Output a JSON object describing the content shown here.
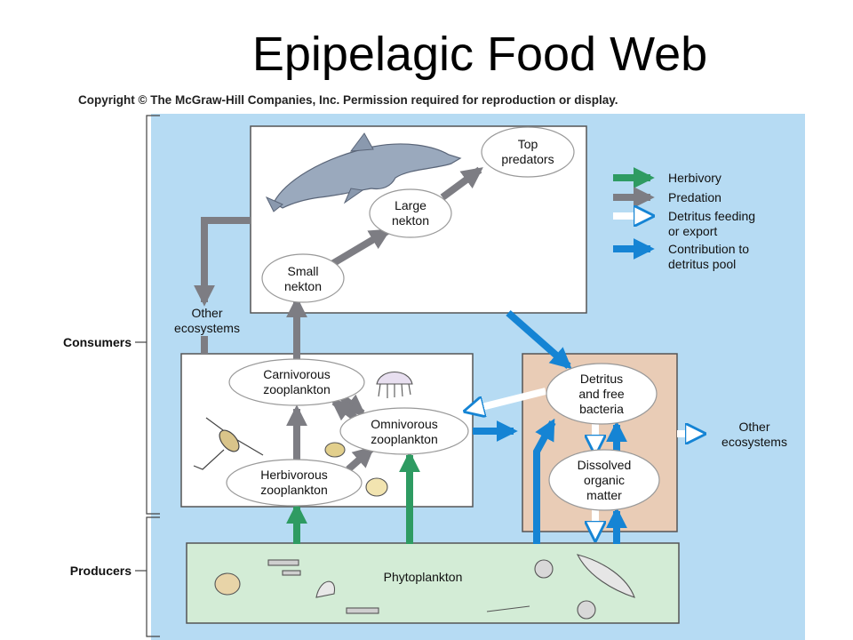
{
  "title": "Epipelagic Food Web",
  "copyright": "Copyright © The McGraw-Hill Companies, Inc. Permission required for reproduction or display.",
  "brackets": {
    "consumers": "Consumers",
    "producers": "Producers"
  },
  "nodes": {
    "top_predators": [
      "Top",
      "predators"
    ],
    "large_nekton": [
      "Large",
      "nekton"
    ],
    "small_nekton": [
      "Small",
      "nekton"
    ],
    "carnivorous_zooplankton": [
      "Carnivorous",
      "zooplankton"
    ],
    "omnivorous_zooplankton": [
      "Omnivorous",
      "zooplankton"
    ],
    "herbivorous_zooplankton": [
      "Herbivorous",
      "zooplankton"
    ],
    "detritus": [
      "Detritus",
      "and free",
      "bacteria"
    ],
    "dom": [
      "Dissolved",
      "organic",
      "matter"
    ],
    "phytoplankton": "Phytoplankton"
  },
  "other_ecosystems_left": [
    "Other",
    "ecosystems"
  ],
  "other_ecosystems_right": [
    "Other",
    "ecosystems"
  ],
  "legend": [
    {
      "label": [
        "Herbivory"
      ],
      "color": "#2e9b62",
      "style": "solid"
    },
    {
      "label": [
        "Predation"
      ],
      "color": "#7d7d83",
      "style": "solid"
    },
    {
      "label": [
        "Detritus feeding",
        "or export"
      ],
      "color": "#ffffff",
      "style": "outline"
    },
    {
      "label": [
        "Contribution to",
        "detritus pool"
      ],
      "color": "#1584d4",
      "style": "solid"
    }
  ],
  "colors": {
    "ocean": "#b6dbf3",
    "detritus_box": "#e9ccb6",
    "phytoplankton_box": "#d3ecd6",
    "herbivory": "#2e9b62",
    "predation": "#7d7d83",
    "detritus_feeding": "#ffffff",
    "contribution": "#1584d4"
  }
}
